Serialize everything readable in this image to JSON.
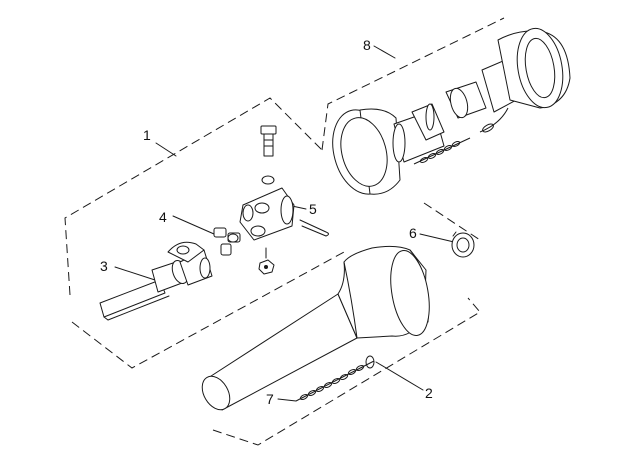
{
  "diagram": {
    "callouts": [
      {
        "key": "part-1",
        "label": "1"
      },
      {
        "key": "part-2",
        "label": "2"
      },
      {
        "key": "part-3",
        "label": "3"
      },
      {
        "key": "part-4",
        "label": "4"
      },
      {
        "key": "part-5",
        "label": "5"
      },
      {
        "key": "part-6",
        "label": "6"
      },
      {
        "key": "part-7",
        "label": "7"
      },
      {
        "key": "part-8",
        "label": "8"
      }
    ]
  }
}
